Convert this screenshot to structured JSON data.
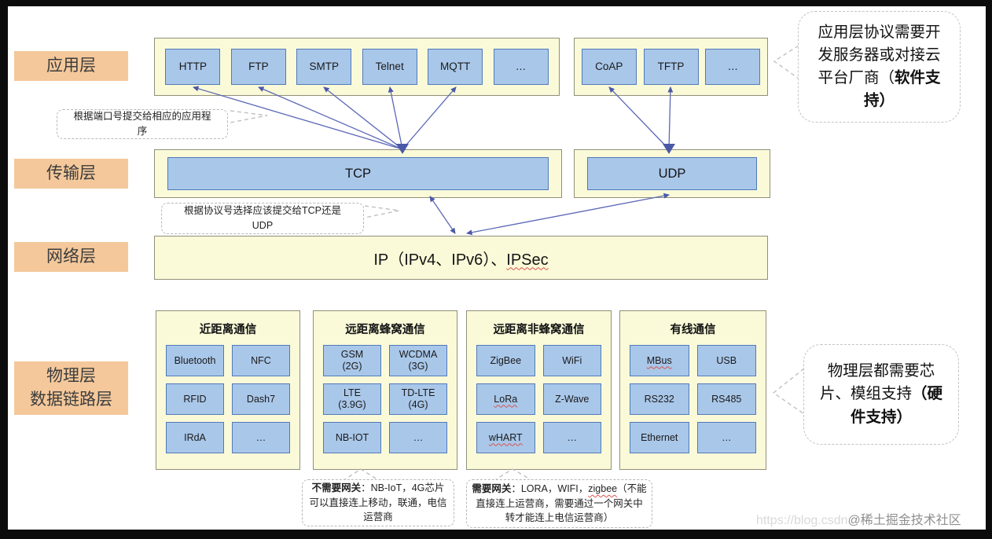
{
  "layer_labels": {
    "application": "应用层",
    "transport": "传输层",
    "network": "网络层",
    "physical": "物理层\n数据链路层"
  },
  "application": {
    "tcp_protocols": [
      "HTTP",
      "FTP",
      "SMTP",
      "Telnet",
      "MQTT",
      "…"
    ],
    "udp_protocols": [
      "CoAP",
      "TFTP",
      "…"
    ]
  },
  "transport": {
    "tcp": "TCP",
    "udp": "UDP"
  },
  "network": {
    "ip_text": "IP（IPv4、IPv6）、",
    "ipsec": "IPSec"
  },
  "physical": {
    "groups": [
      {
        "title": "近距离通信",
        "chips": [
          "Bluetooth",
          "NFC",
          "RFID",
          "Dash7",
          "IRdA",
          "…"
        ]
      },
      {
        "title": "远距离蜂窝通信",
        "chips": [
          "GSM\n(2G)",
          "WCDMA\n(3G)",
          "LTE\n(3.9G)",
          "TD-LTE\n(4G)",
          "NB-IOT",
          "…"
        ]
      },
      {
        "title": "远距离非蜂窝通信",
        "chips": [
          "ZigBee",
          "WiFi",
          "LoRa",
          "Z-Wave",
          "wHART",
          "…"
        ]
      },
      {
        "title": "有线通信",
        "chips": [
          "MBus",
          "USB",
          "RS232",
          "RS485",
          "Ethernet",
          "…"
        ]
      }
    ],
    "red_underlined_chips": [
      "LoRa",
      "wHART",
      "MBus"
    ]
  },
  "notes": {
    "port_note": "根据端口号提交给相应的应用程\n序",
    "protocol_note": "根据协议号选择应该提交给TCP还是\nUDP",
    "gateway_not_needed": {
      "bold": "不需要网关",
      "rest": "：NB-IoT，4G芯片可以直接连上移动，联通，电信运营商"
    },
    "gateway_needed": {
      "bold": "需要网关",
      "mid": "：LORA，WIFI，",
      "wavy": "zigbee",
      "rest": "（不能直接连上运营商，需要通过一个网关中转才能连上电信运营商）"
    }
  },
  "callouts": {
    "software": {
      "text": "应用层协议需要开发服务器或对接云平台厂商（",
      "bold": "软件支持",
      "close": "）"
    },
    "hardware": {
      "text": "物理层都需要芯片、模组支持",
      "bold": "（硬件支持）"
    }
  },
  "watermark": {
    "url": "https://blog.csdn",
    "handle": "@稀土掘金技术社区"
  },
  "colors": {
    "panel_yellow": "#FAFAD9",
    "chip_blue": "#A9C7E9",
    "chip_border": "#517AB8",
    "label_orange": "#F4C89B",
    "arrow_blue": "#5B68B5",
    "wavy_red": "#D9534F"
  }
}
